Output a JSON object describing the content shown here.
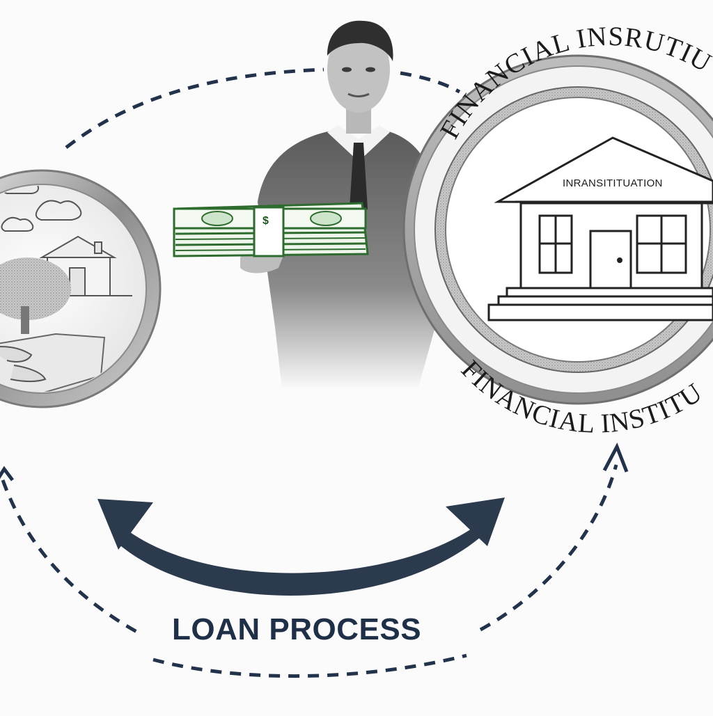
{
  "caption": "LOAN PROCESS",
  "bank_ring_top": "FINANCIAL INSRUTIU",
  "bank_ring_bottom": "FINANCIAL INSTITU",
  "bank_pediment": "INRANSITITUATION",
  "cash_symbol": "$",
  "icons": [
    "borrower-coin",
    "person-in-suit",
    "cash-stack",
    "bank-building",
    "exchange-arrow"
  ],
  "colors": {
    "arrow": "#2b3a4d",
    "cash": "#2e6b2e",
    "caption": "#1e2f47",
    "ring": "#9a9a9a"
  }
}
